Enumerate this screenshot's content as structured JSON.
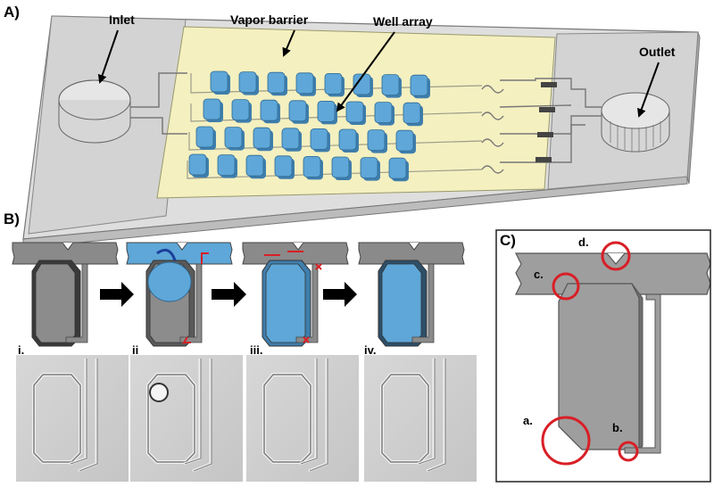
{
  "panels": {
    "a": "A)",
    "b": "B)",
    "c": "C)"
  },
  "labels": {
    "inlet": "Inlet",
    "vapor_barrier": "Vapor barrier",
    "well_array": "Well array",
    "outlet": "Outlet"
  },
  "steps": [
    "i.",
    "ii",
    "iii.",
    "iv."
  ],
  "features": [
    "a.",
    "b.",
    "c.",
    "d."
  ],
  "colors": {
    "well_blue": "#5ea7d8",
    "barrier_yellow": "#f4f0c0",
    "chip_gray": "#cfcfcf",
    "dark_gray": "#7d7d7d",
    "red": "#d81f26"
  }
}
